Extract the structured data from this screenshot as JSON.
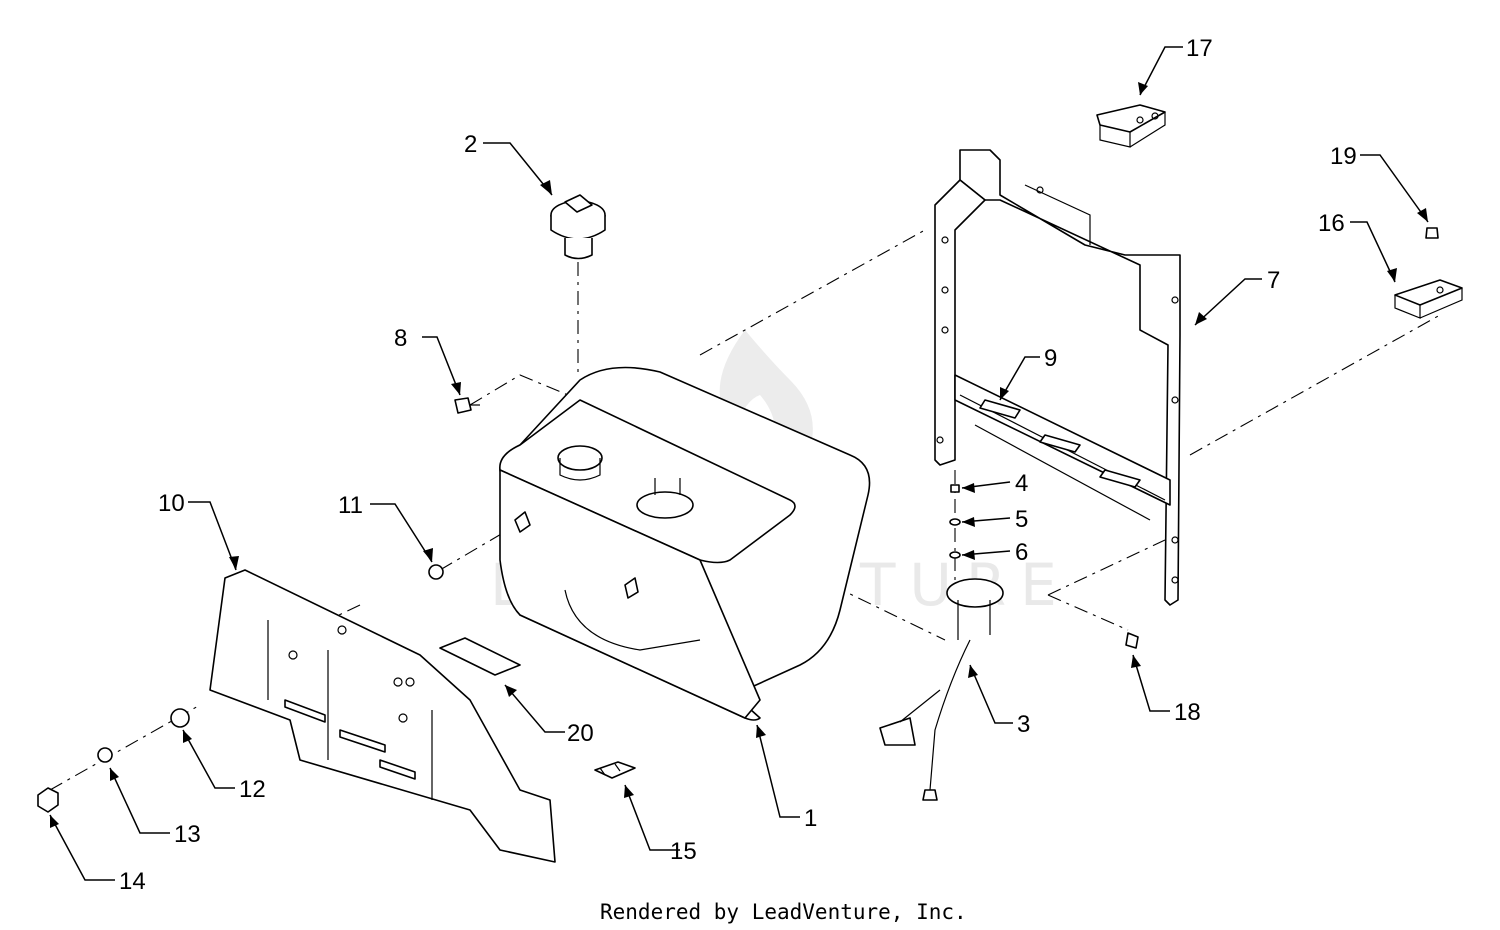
{
  "diagram": {
    "callouts": [
      {
        "id": "1",
        "label": "1"
      },
      {
        "id": "2",
        "label": "2"
      },
      {
        "id": "3",
        "label": "3"
      },
      {
        "id": "4",
        "label": "4"
      },
      {
        "id": "5",
        "label": "5"
      },
      {
        "id": "6",
        "label": "6"
      },
      {
        "id": "7",
        "label": "7"
      },
      {
        "id": "8",
        "label": "8"
      },
      {
        "id": "9",
        "label": "9"
      },
      {
        "id": "10",
        "label": "10"
      },
      {
        "id": "11",
        "label": "11"
      },
      {
        "id": "12",
        "label": "12"
      },
      {
        "id": "13",
        "label": "13"
      },
      {
        "id": "14",
        "label": "14"
      },
      {
        "id": "15",
        "label": "15"
      },
      {
        "id": "16",
        "label": "16"
      },
      {
        "id": "17",
        "label": "17"
      },
      {
        "id": "18",
        "label": "18"
      },
      {
        "id": "19",
        "label": "19"
      },
      {
        "id": "20",
        "label": "20"
      }
    ],
    "watermark": "LEADVENTURE",
    "footer": "Rendered by LeadVenture, Inc.",
    "colors": {
      "line": "#000000",
      "background": "#ffffff",
      "watermark": "#e9e9e9"
    }
  }
}
